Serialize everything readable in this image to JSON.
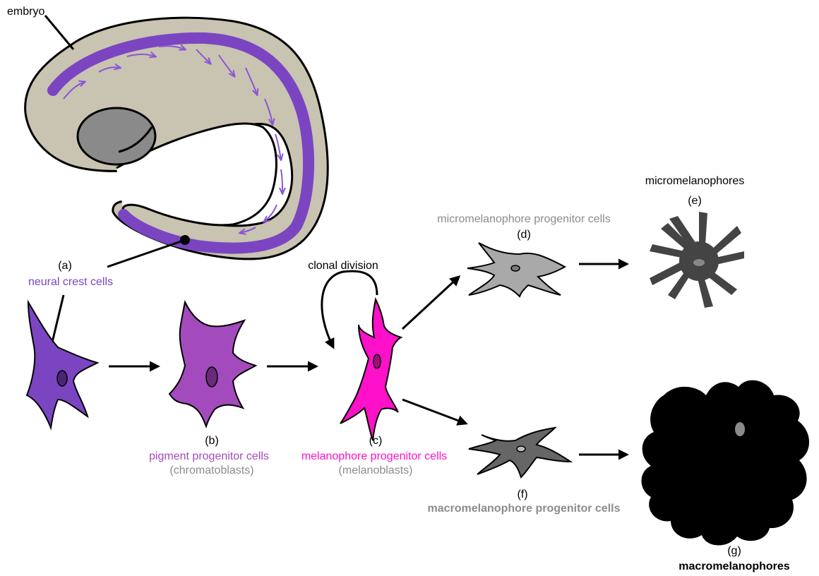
{
  "labels": {
    "embryo": "embryo",
    "a_letter": "(a)",
    "a_name": "neural crest cells",
    "b_letter": "(b)",
    "b_name": "pigment progenitor cells",
    "b_sub": "(chromatoblasts)",
    "clonal": "clonal division",
    "c_letter": "(c)",
    "c_name": "melanophore progenitor cells",
    "c_sub": "(melanoblasts)",
    "d_name": "micromelanophore progenitor cells",
    "d_letter": "(d)",
    "e_name": "micromelanophores",
    "e_letter": "(e)",
    "f_letter": "(f)",
    "f_name": "macromelanophore progenitor cells",
    "g_letter": "(g)",
    "g_name": "macromelanophores"
  },
  "colors": {
    "neural_crest": "#7b45c2",
    "pigment_progenitor": "#a34bbd",
    "melanophore_progenitor": "#ff10c9",
    "grey_label": "#8c8c8c",
    "embryo_body": "#c9c3b1",
    "yolk": "#8a8a8a",
    "micro_cell": "#a9a9a9",
    "micro_mature": "#444444",
    "macro_progenitor": "#666666",
    "macro_mature": "#000000"
  }
}
